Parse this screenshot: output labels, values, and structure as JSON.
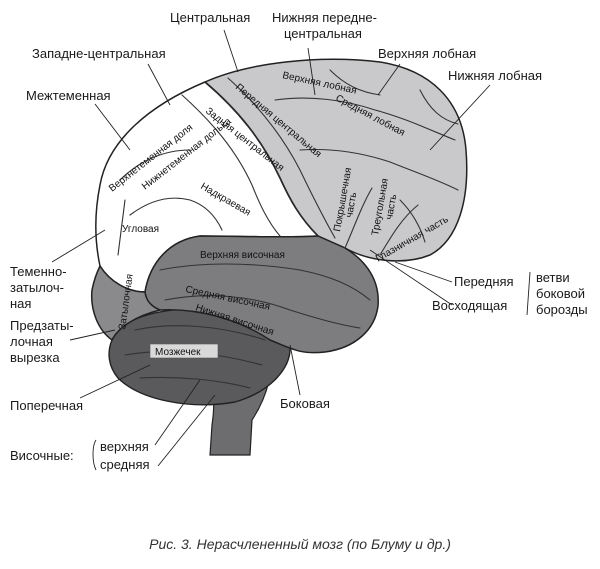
{
  "caption": "Рис. 3. Нерасчлененный мозг  (по Блуму и др.)",
  "outer_labels": {
    "central": "Центральная",
    "lower_precentral_1": "Нижняя передне-",
    "lower_precentral_2": "центральная",
    "upper_frontal": "Верхняя лобная",
    "lower_frontal": "Нижняя лобная",
    "postcentral_west": "Западне-центральная",
    "intraparietal": "Межтеменная",
    "parieto_occipital_1": "Теменно-",
    "parieto_occipital_2": "затылоч-",
    "parieto_occipital_3": "ная",
    "preoccipital_1": "Предзаты-",
    "preoccipital_2": "лочная",
    "preoccipital_3": "вырезка",
    "transverse": "Поперечная",
    "temporal": "Височные:",
    "temporal_upper": "верхняя",
    "temporal_middle": "средняя",
    "lateral": "Боковая",
    "anterior": "Передняя",
    "ascending": "Восходящая",
    "branches_1": "ветви",
    "branches_2": "боковой",
    "branches_3": "борозды"
  },
  "inner_labels": {
    "upper_frontal": "Верхняя лобная",
    "middle_frontal": "Средняя лобная",
    "precentral": "Передняя центральная",
    "postcentral": "Задняя центральная",
    "upper_parietal": "Верхнетеменная доля",
    "lower_parietal": "Нижнетеменная долька",
    "supramarginal": "Надкраевая",
    "angular": "Угловая",
    "opercular_1": "Покрышечная",
    "opercular_2": "часть",
    "triangular_1": "Треугольная",
    "triangular_2": "часть",
    "orbital": "Глазничная часть",
    "upper_temporal": "Верхняя височная",
    "middle_temporal": "Средняя височная",
    "lower_temporal": "Нижняя височная",
    "occipital": "Затылочная",
    "cerebellum": "Мозжечек"
  },
  "colors": {
    "frontal": "#c9c9cc",
    "parietal": "#ffffff",
    "temporal": "#7d7d80",
    "occipital": "#8a8a8d",
    "cerebellum": "#5a5a5c",
    "stem": "#6d6d70",
    "ink": "#1a1a1a"
  }
}
